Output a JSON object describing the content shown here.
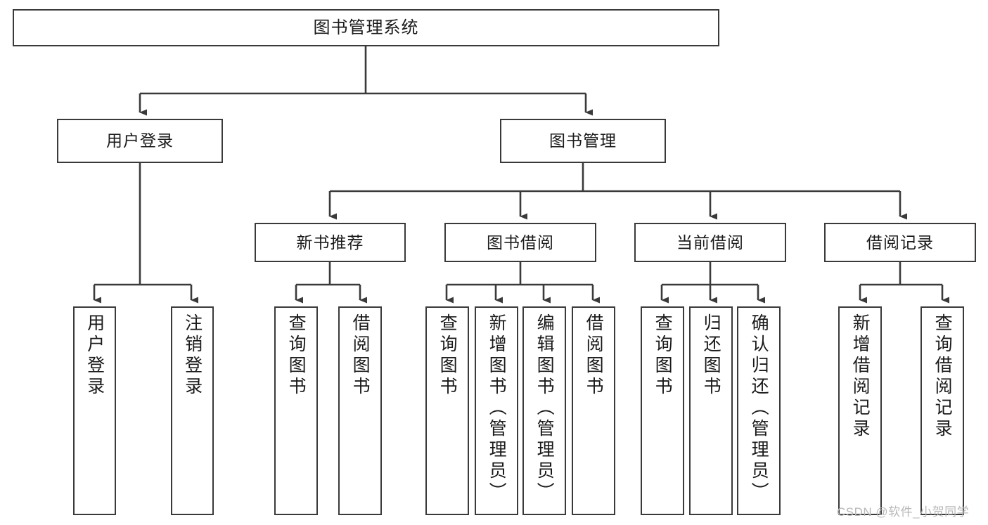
{
  "diagram": {
    "title": "图书管理系统",
    "type": "functional-structure-tree",
    "watermark": "CSDN @软件_小贺同学",
    "colors": {
      "background": "#ffffff",
      "box_border": "#3a3a3a",
      "box_fill": "#ffffff",
      "connector": "#3a3a3a",
      "text": "#1a1a1a",
      "watermark": "#b8b8b8"
    },
    "levels": {
      "root": {
        "label": "图书管理系统"
      },
      "level2": [
        {
          "id": "user-login",
          "label": "用户登录"
        },
        {
          "id": "book-manage",
          "label": "图书管理"
        }
      ],
      "level3": [
        {
          "id": "new-book-rec",
          "label": "新书推荐"
        },
        {
          "id": "book-borrow",
          "label": "图书借阅"
        },
        {
          "id": "current-borrow",
          "label": "当前借阅"
        },
        {
          "id": "borrow-record",
          "label": "借阅记录"
        }
      ],
      "leaves": [
        {
          "id": "leaf-user-login",
          "label": "用户登录",
          "parent": "user-login"
        },
        {
          "id": "leaf-logout",
          "label": "注销登录",
          "parent": "user-login"
        },
        {
          "id": "leaf-query-book-1",
          "label": "查询图书",
          "parent": "new-book-rec"
        },
        {
          "id": "leaf-borrow-book-1",
          "label": "借阅图书",
          "parent": "new-book-rec"
        },
        {
          "id": "leaf-query-book-2",
          "label": "查询图书",
          "parent": "book-borrow"
        },
        {
          "id": "leaf-add-book",
          "label": "新增图书（管理员）",
          "parent": "book-borrow"
        },
        {
          "id": "leaf-edit-book",
          "label": "编辑图书（管理员）",
          "parent": "book-borrow"
        },
        {
          "id": "leaf-borrow-book-2",
          "label": "借阅图书",
          "parent": "book-borrow"
        },
        {
          "id": "leaf-query-book-3",
          "label": "查询图书",
          "parent": "current-borrow"
        },
        {
          "id": "leaf-return-book",
          "label": "归还图书",
          "parent": "current-borrow"
        },
        {
          "id": "leaf-confirm-return",
          "label": "确认归还（管理员）",
          "parent": "current-borrow"
        },
        {
          "id": "leaf-add-record",
          "label": "新增借阅记录",
          "parent": "borrow-record"
        },
        {
          "id": "leaf-query-record",
          "label": "查询借阅记录",
          "parent": "borrow-record"
        }
      ]
    }
  }
}
